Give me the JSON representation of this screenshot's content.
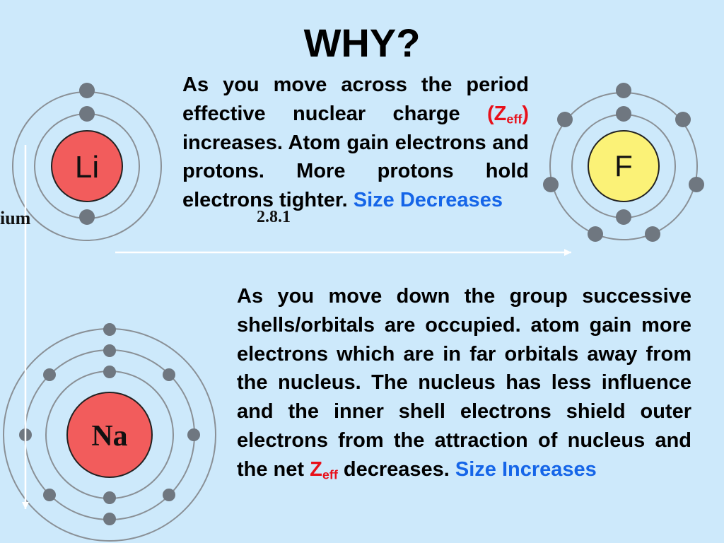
{
  "title": "WHY?",
  "paragraph1": {
    "lead": "As you move across the period effective nuclear charge ",
    "zeff_open": "(Z",
    "zeff_sub": "eff",
    "zeff_close": ")",
    "middle": " increases. Atom gain electrons and protons. More protons hold electrons tighter. ",
    "highlight": "Size Decreases"
  },
  "paragraph2": {
    "lead": "As you move down the group successive shells/orbitals are occupied. atom gain more electrons which are in far orbitals away from the nucleus.  The nucleus has less influence and the inner shell electrons shield outer electrons from the attraction of nucleus and the net ",
    "zeff": "Z",
    "zeff_sub": "eff",
    "tail": " decreases. ",
    "highlight": "Size Increases"
  },
  "atoms": {
    "lithium": "Li",
    "fluorine": "F",
    "sodium": "Na"
  },
  "fragments": {
    "ium": "ium",
    "config": "2.8.1"
  },
  "colors": {
    "background": "#cde9fb",
    "nucleus_red": "#f25c5c",
    "nucleus_yellow": "#fbf277",
    "electron": "#6f7780",
    "orbit": "#8a9096",
    "zeff": "#e8101a",
    "highlight": "#1565e8"
  }
}
